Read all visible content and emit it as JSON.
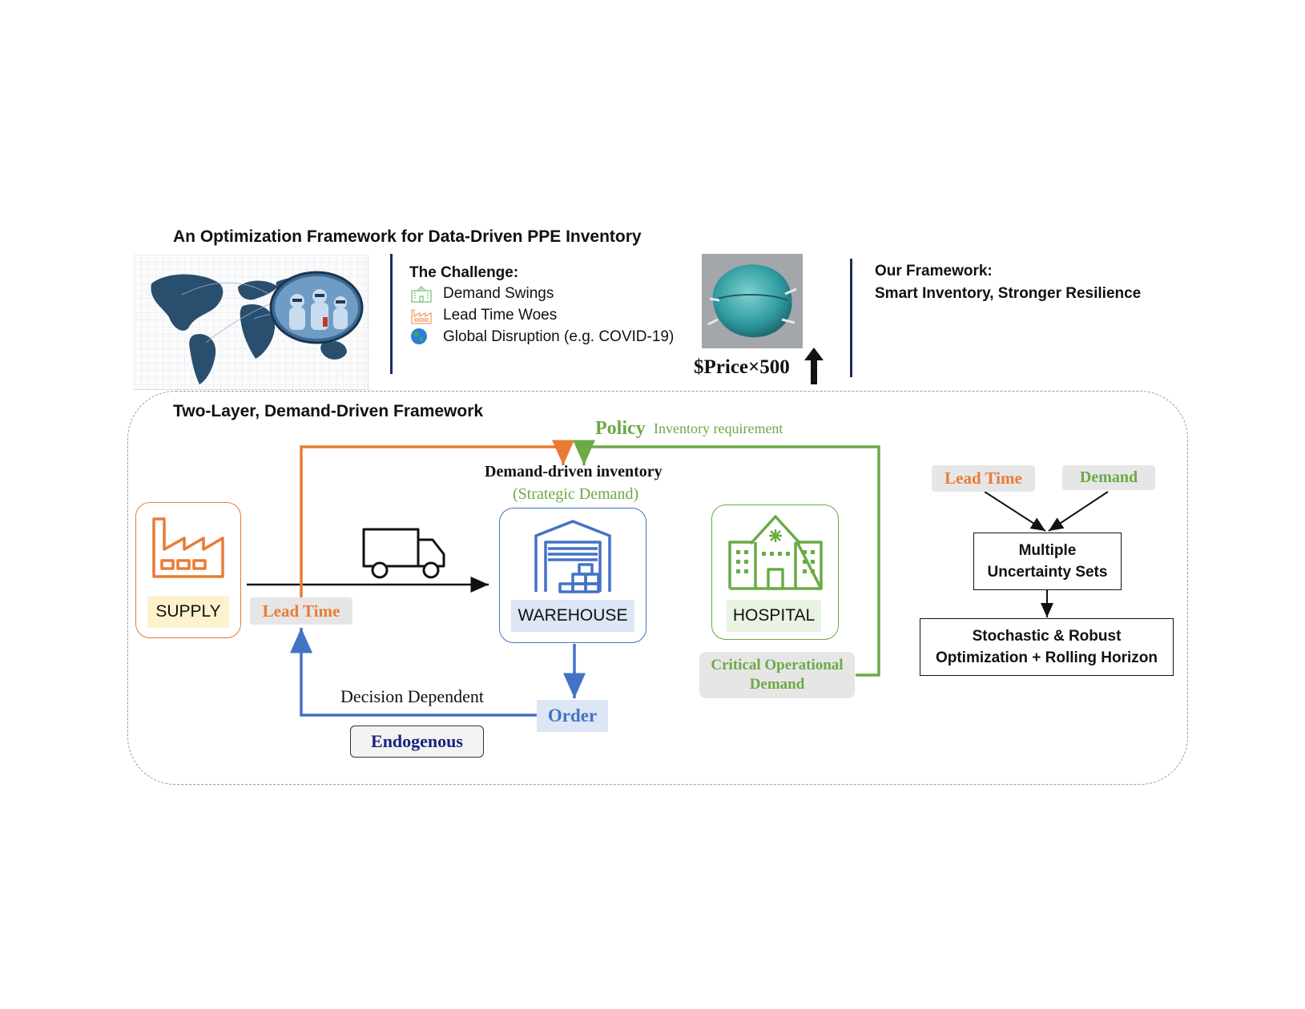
{
  "header": {
    "title": "An Optimization Framework for Data-Driven PPE Inventory"
  },
  "challenge": {
    "heading": "The Challenge:",
    "items": [
      {
        "icon": "hospital-icon",
        "label": "Demand Swings"
      },
      {
        "icon": "factory-icon",
        "label": "Lead Time Woes"
      },
      {
        "icon": "globe-icon",
        "label": "Global Disruption (e.g. COVID-19)"
      }
    ]
  },
  "price": {
    "label": "$Price×500",
    "arrow": "⬆"
  },
  "our_framework": {
    "heading": "Our Framework:",
    "tagline": "Smart Inventory, Stronger Resilience"
  },
  "framework": {
    "title": "Two-Layer, Demand-Driven Framework",
    "policy_label": "Policy",
    "policy_sub": "Inventory requirement",
    "demand_driven": "Demand-driven inventory",
    "strategic_demand": "(Strategic Demand)",
    "supply_label": "SUPPLY",
    "lead_time_label": "Lead Time",
    "warehouse_label": "WAREHOUSE",
    "hospital_label": "HOSPITAL",
    "critical_demand_line1": "Critical Operational",
    "critical_demand_line2": "Demand",
    "decision_dependent": "Decision Dependent",
    "order_label": "Order",
    "endogenous_label": "Endogenous"
  },
  "side_flow": {
    "lead_time": "Lead Time",
    "demand": "Demand",
    "uncertainty_line1": "Multiple",
    "uncertainty_line2": "Uncertainty Sets",
    "optimization_line1": "Stochastic & Robust",
    "optimization_line2": "Optimization + Rolling Horizon"
  },
  "colors": {
    "orange": "#e97b35",
    "green": "#6aab45",
    "blue": "#4472c4",
    "navy": "#1a237e"
  }
}
